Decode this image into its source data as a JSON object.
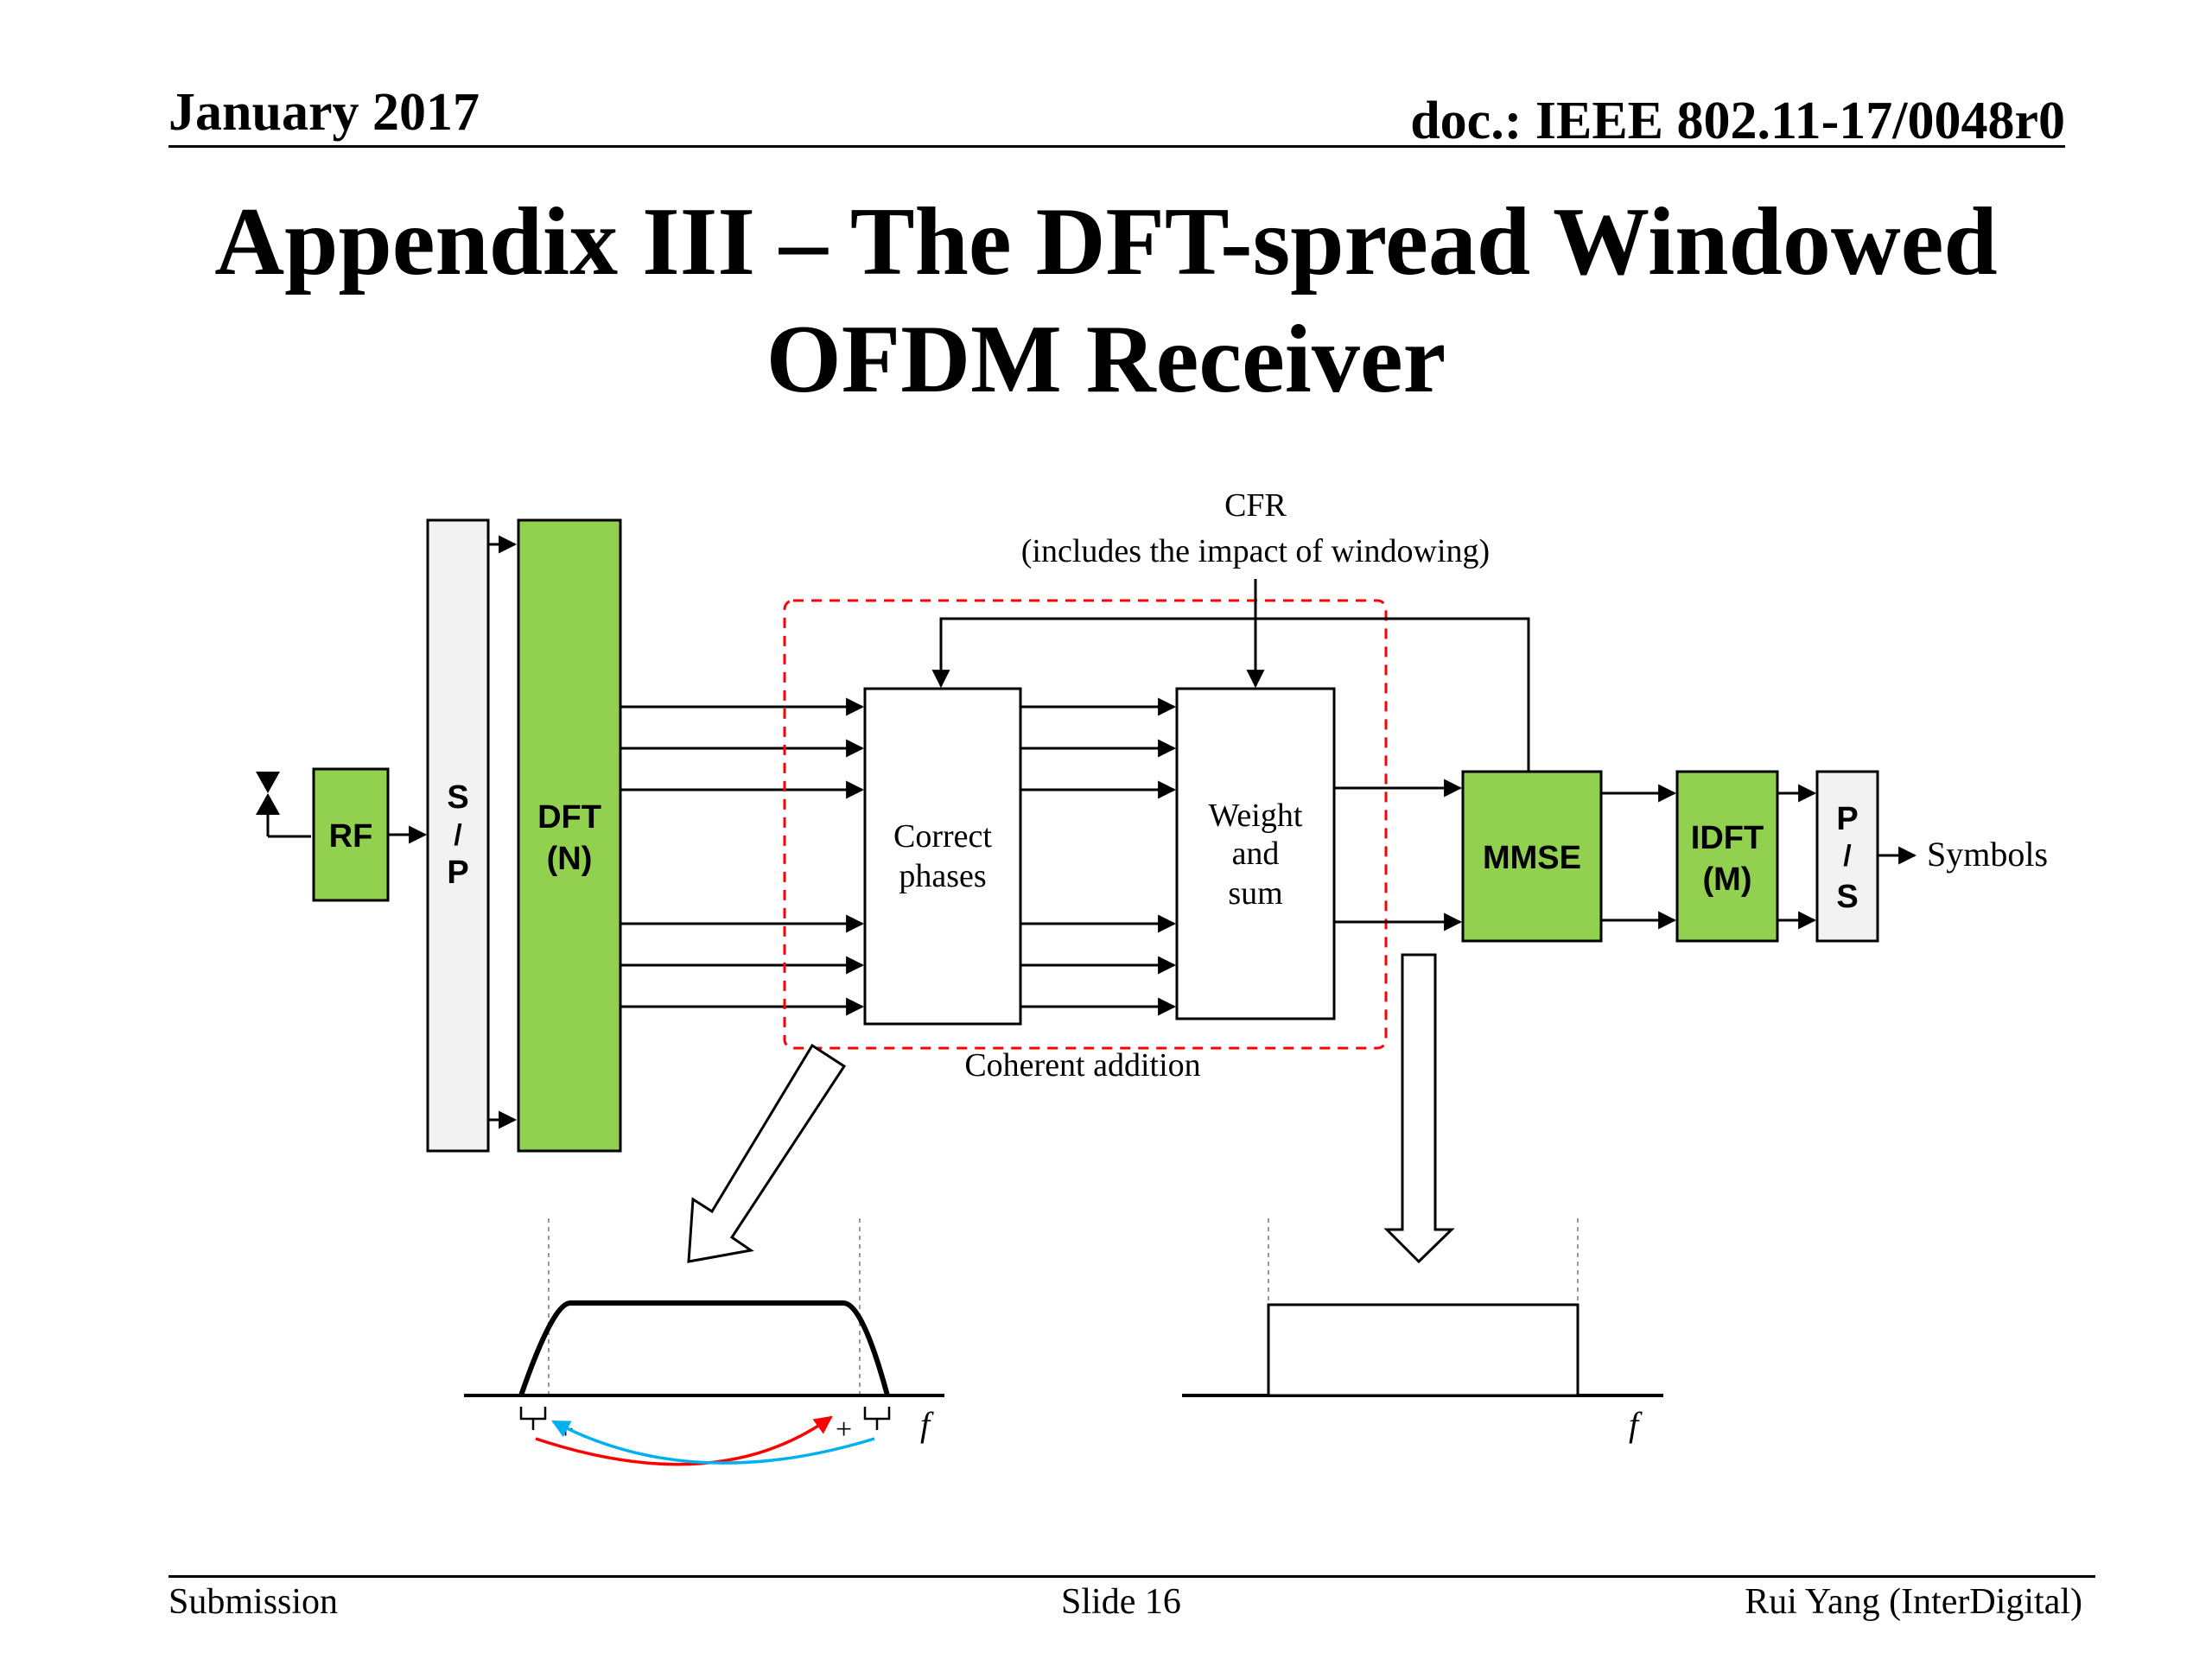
{
  "header": {
    "date": "January 2017",
    "doc_id": "doc.: IEEE 802.11-17/0048r0"
  },
  "title": {
    "line1": "Appendix III – The DFT-spread Windowed",
    "line2": "OFDM Receiver"
  },
  "diagram": {
    "blocks": {
      "rf": "RF",
      "sp_top": "S",
      "sp_mid": "/",
      "sp_bot": "P",
      "dft_l1": "DFT",
      "dft_l2": "(N)",
      "correct_l1": "Correct",
      "correct_l2": "phases",
      "weight_l1": "Weight",
      "weight_l2": "and",
      "weight_l3": "sum",
      "mmse": "MMSE",
      "idft_l1": "IDFT",
      "idft_l2": "(M)",
      "ps_top": "P",
      "ps_mid": "/",
      "ps_bot": "S"
    },
    "cfr_l1": "CFR",
    "cfr_l2": "(includes the impact of windowing)",
    "coherent_label": "Coherent addition",
    "output_label": "Symbols",
    "freq_label_left": "f",
    "freq_label_right": "f",
    "plus_left": "+",
    "plus_right": "+",
    "colors": {
      "green": "#92d050",
      "gray_block": "#f2f2f2",
      "dashed_box": "#ff0000",
      "arc_red": "#ff0000",
      "arc_blue": "#00b0f0"
    }
  },
  "footer": {
    "left": "Submission",
    "center": "Slide 16",
    "right": "Rui Yang (InterDigital)"
  }
}
